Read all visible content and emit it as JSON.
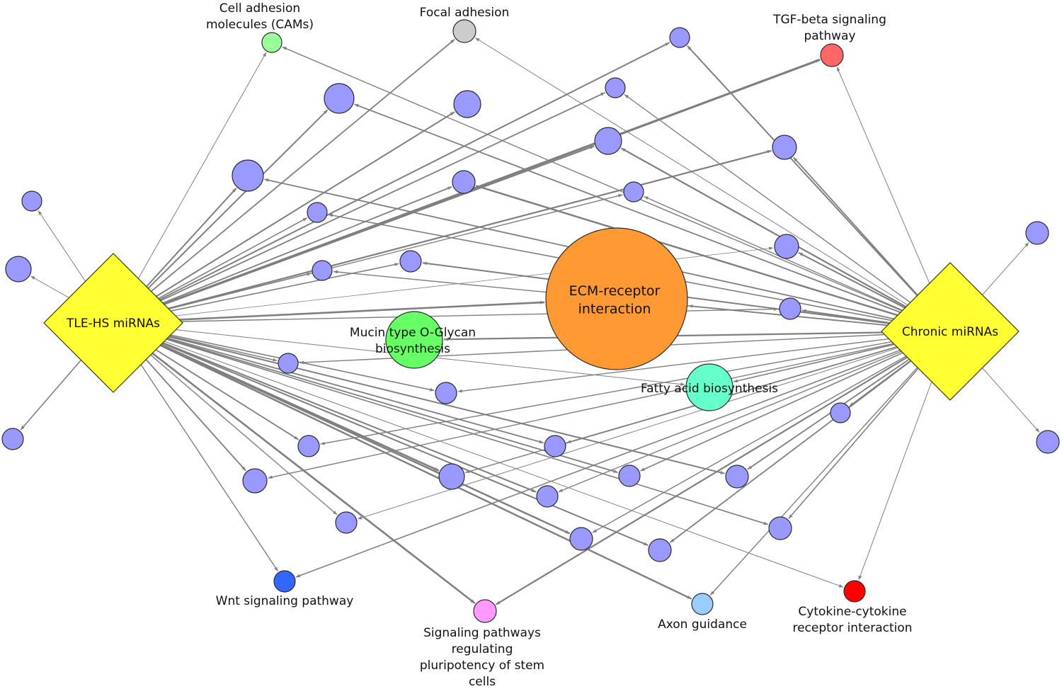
{
  "hubs": [
    {
      "id": "tle",
      "label": "TLE-HS miRNAs",
      "color": "#ffff33"
    },
    {
      "id": "chronic",
      "label": "Chronic miRNAs",
      "color": "#ffff33"
    }
  ],
  "pathways": [
    {
      "id": "ecm",
      "label": [
        "ECM-receptor",
        "interaction"
      ],
      "color": "#ff9933"
    },
    {
      "id": "mucin",
      "label": [
        "Mucin type O-Glycan",
        "biosynthesis"
      ],
      "color": "#66ff66"
    },
    {
      "id": "fatty",
      "label": [
        "Fatty acid biosynthesis"
      ],
      "color": "#66ffcc"
    },
    {
      "id": "cams",
      "label": [
        "Cell adhesion",
        "molecules (CAMs)"
      ],
      "color": "#99ff99"
    },
    {
      "id": "focal",
      "label": [
        "Focal adhesion"
      ],
      "color": "#cccccc"
    },
    {
      "id": "tgf",
      "label": [
        "TGF-beta signaling",
        "pathway"
      ],
      "color": "#ff6666"
    },
    {
      "id": "wnt",
      "label": [
        "Wnt signaling pathway"
      ],
      "color": "#3366ff"
    },
    {
      "id": "pluri",
      "label": [
        "Signaling pathways",
        "regulating",
        "pluripotency of stem",
        "cells"
      ],
      "color": "#ff99ff"
    },
    {
      "id": "axon",
      "label": [
        "Axon guidance"
      ],
      "color": "#99ccff"
    },
    {
      "id": "cyto",
      "label": [
        "Cytokine-cytokine",
        "receptor interaction"
      ],
      "color": "#ff0000"
    }
  ],
  "colors": {
    "mirna": "#9999ff",
    "edge": "#7f7f7f"
  }
}
